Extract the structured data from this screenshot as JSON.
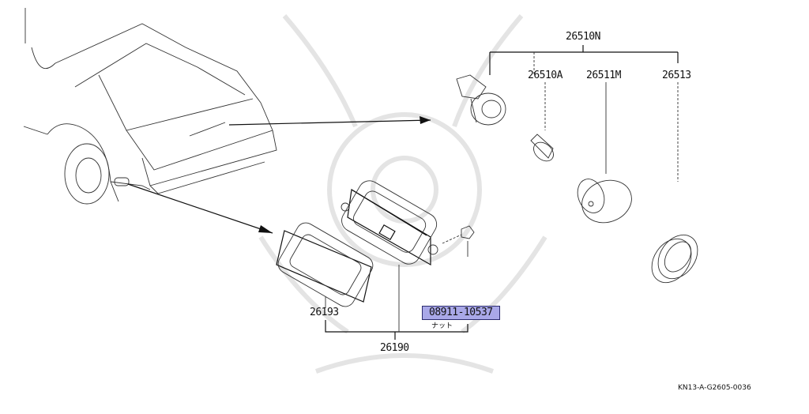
{
  "parts": {
    "p26510N": "26510N",
    "p26510A": "26510A",
    "p26511M": "26511M",
    "p26513": "26513",
    "p26193": "26193",
    "p26190": "26190",
    "p08911": "08911-10537",
    "nut_note": "ナット"
  },
  "footer_code": "KN13-A-G2605-0036",
  "colors": {
    "highlight": "#a9a8e8",
    "line": "#111111",
    "watermark": "#e4e4e4"
  }
}
